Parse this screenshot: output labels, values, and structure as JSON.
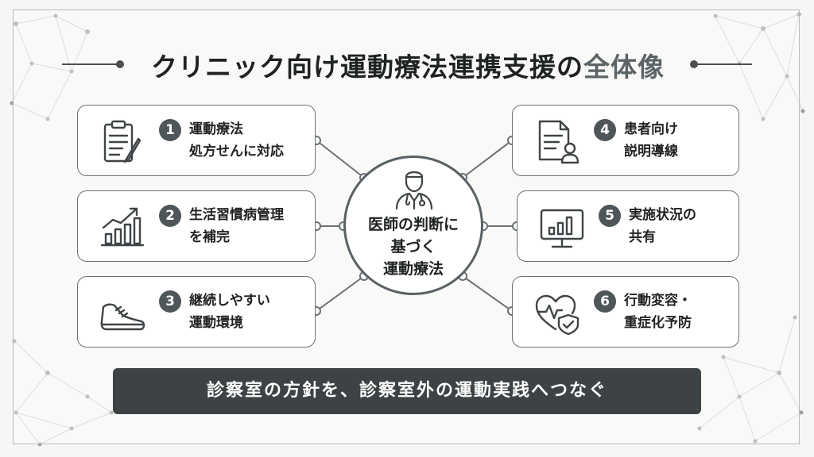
{
  "title": {
    "main": "クリニック向け運動療法連携支援の",
    "accent": "全体像"
  },
  "center": {
    "label": "医師の判断に\n基づく\n運動療法",
    "icon": "doctor-icon"
  },
  "cards": [
    {
      "number": "1",
      "text": "運動療法\n処方せんに対応",
      "icon": "clipboard-pen-icon"
    },
    {
      "number": "2",
      "text": "生活習慣病管理\nを補完",
      "icon": "bar-chart-growth-icon"
    },
    {
      "number": "3",
      "text": "継続しやすい\n運動環境",
      "icon": "sneaker-icon"
    },
    {
      "number": "4",
      "text": "患者向け\n説明導線",
      "icon": "document-person-icon"
    },
    {
      "number": "5",
      "text": "実施状況の\n共有",
      "icon": "monitor-chart-icon"
    },
    {
      "number": "6",
      "text": "行動変容・\n重症化予防",
      "icon": "heart-shield-icon"
    }
  ],
  "banner": {
    "text": "診察室の方針を、診察室外の運動実践へつなぐ"
  },
  "colors": {
    "dark": "#3d4244",
    "stroke": "#5a6164",
    "badge": "#4f5659",
    "background": "#f6f6f5"
  }
}
